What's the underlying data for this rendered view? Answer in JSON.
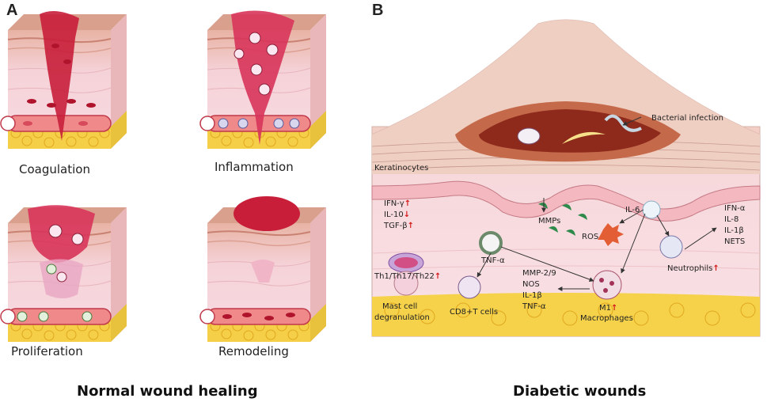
{
  "panel_a": {
    "letter": "A",
    "caption": "Normal wound healing",
    "stages": [
      "Coagulation",
      "Inflammation",
      "Proliferation",
      "Remodeling"
    ]
  },
  "panel_b": {
    "letter": "B",
    "caption": "Diabetic wounds",
    "labels": {
      "bacterial": "Bacterial infection",
      "keratinocytes": "Keratinocytes",
      "ifn_g": "IFN-γ",
      "il10": "IL-10",
      "tgfb": "TGF-β",
      "th": "Th1/Th17/Th22",
      "mmps": "MMPs",
      "tnfa_top": "TNF-α",
      "il6": "IL-6",
      "ros": "ROS",
      "ifn_a": "IFN-α",
      "il8": "IL-8",
      "il1b_right": "IL-1β",
      "nets": "NETS",
      "neutrophils": "Neutrophils",
      "mmp29": "MMP-2/9",
      "nos": "NOS",
      "il1b": "IL-1β",
      "tnfa_bottom": "TNF-α",
      "m1": "M1",
      "macrophages": "Macrophages",
      "mast1": "Mast cell",
      "mast2": "degranulation",
      "cd8": "CD8+T cells"
    },
    "arrows": {
      "up": "↑",
      "down": "↓"
    }
  },
  "colors": {
    "blood": "#c81e3a",
    "skin": "#f2c9cf",
    "fat": "#f6d24a",
    "wound": "#8e2a1c"
  }
}
